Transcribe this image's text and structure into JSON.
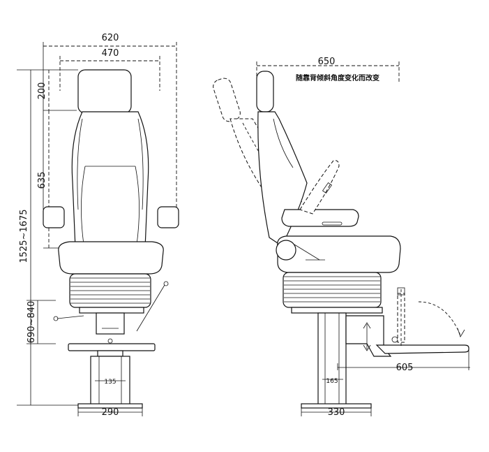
{
  "dimensions": {
    "front_overall_width": "620",
    "front_back_width": "470",
    "headrest_height": "200",
    "backrest_height": "635",
    "total_height_range": "1525~1675",
    "seat_height_range": "690~840",
    "post_width": "135",
    "base_width_front": "290",
    "side_depth": "650",
    "post_depth": "165",
    "base_width_side": "330",
    "footrest_reach": "605"
  },
  "notes": {
    "backrest_tilt": "随靠背倾斜角度变化而改变"
  }
}
